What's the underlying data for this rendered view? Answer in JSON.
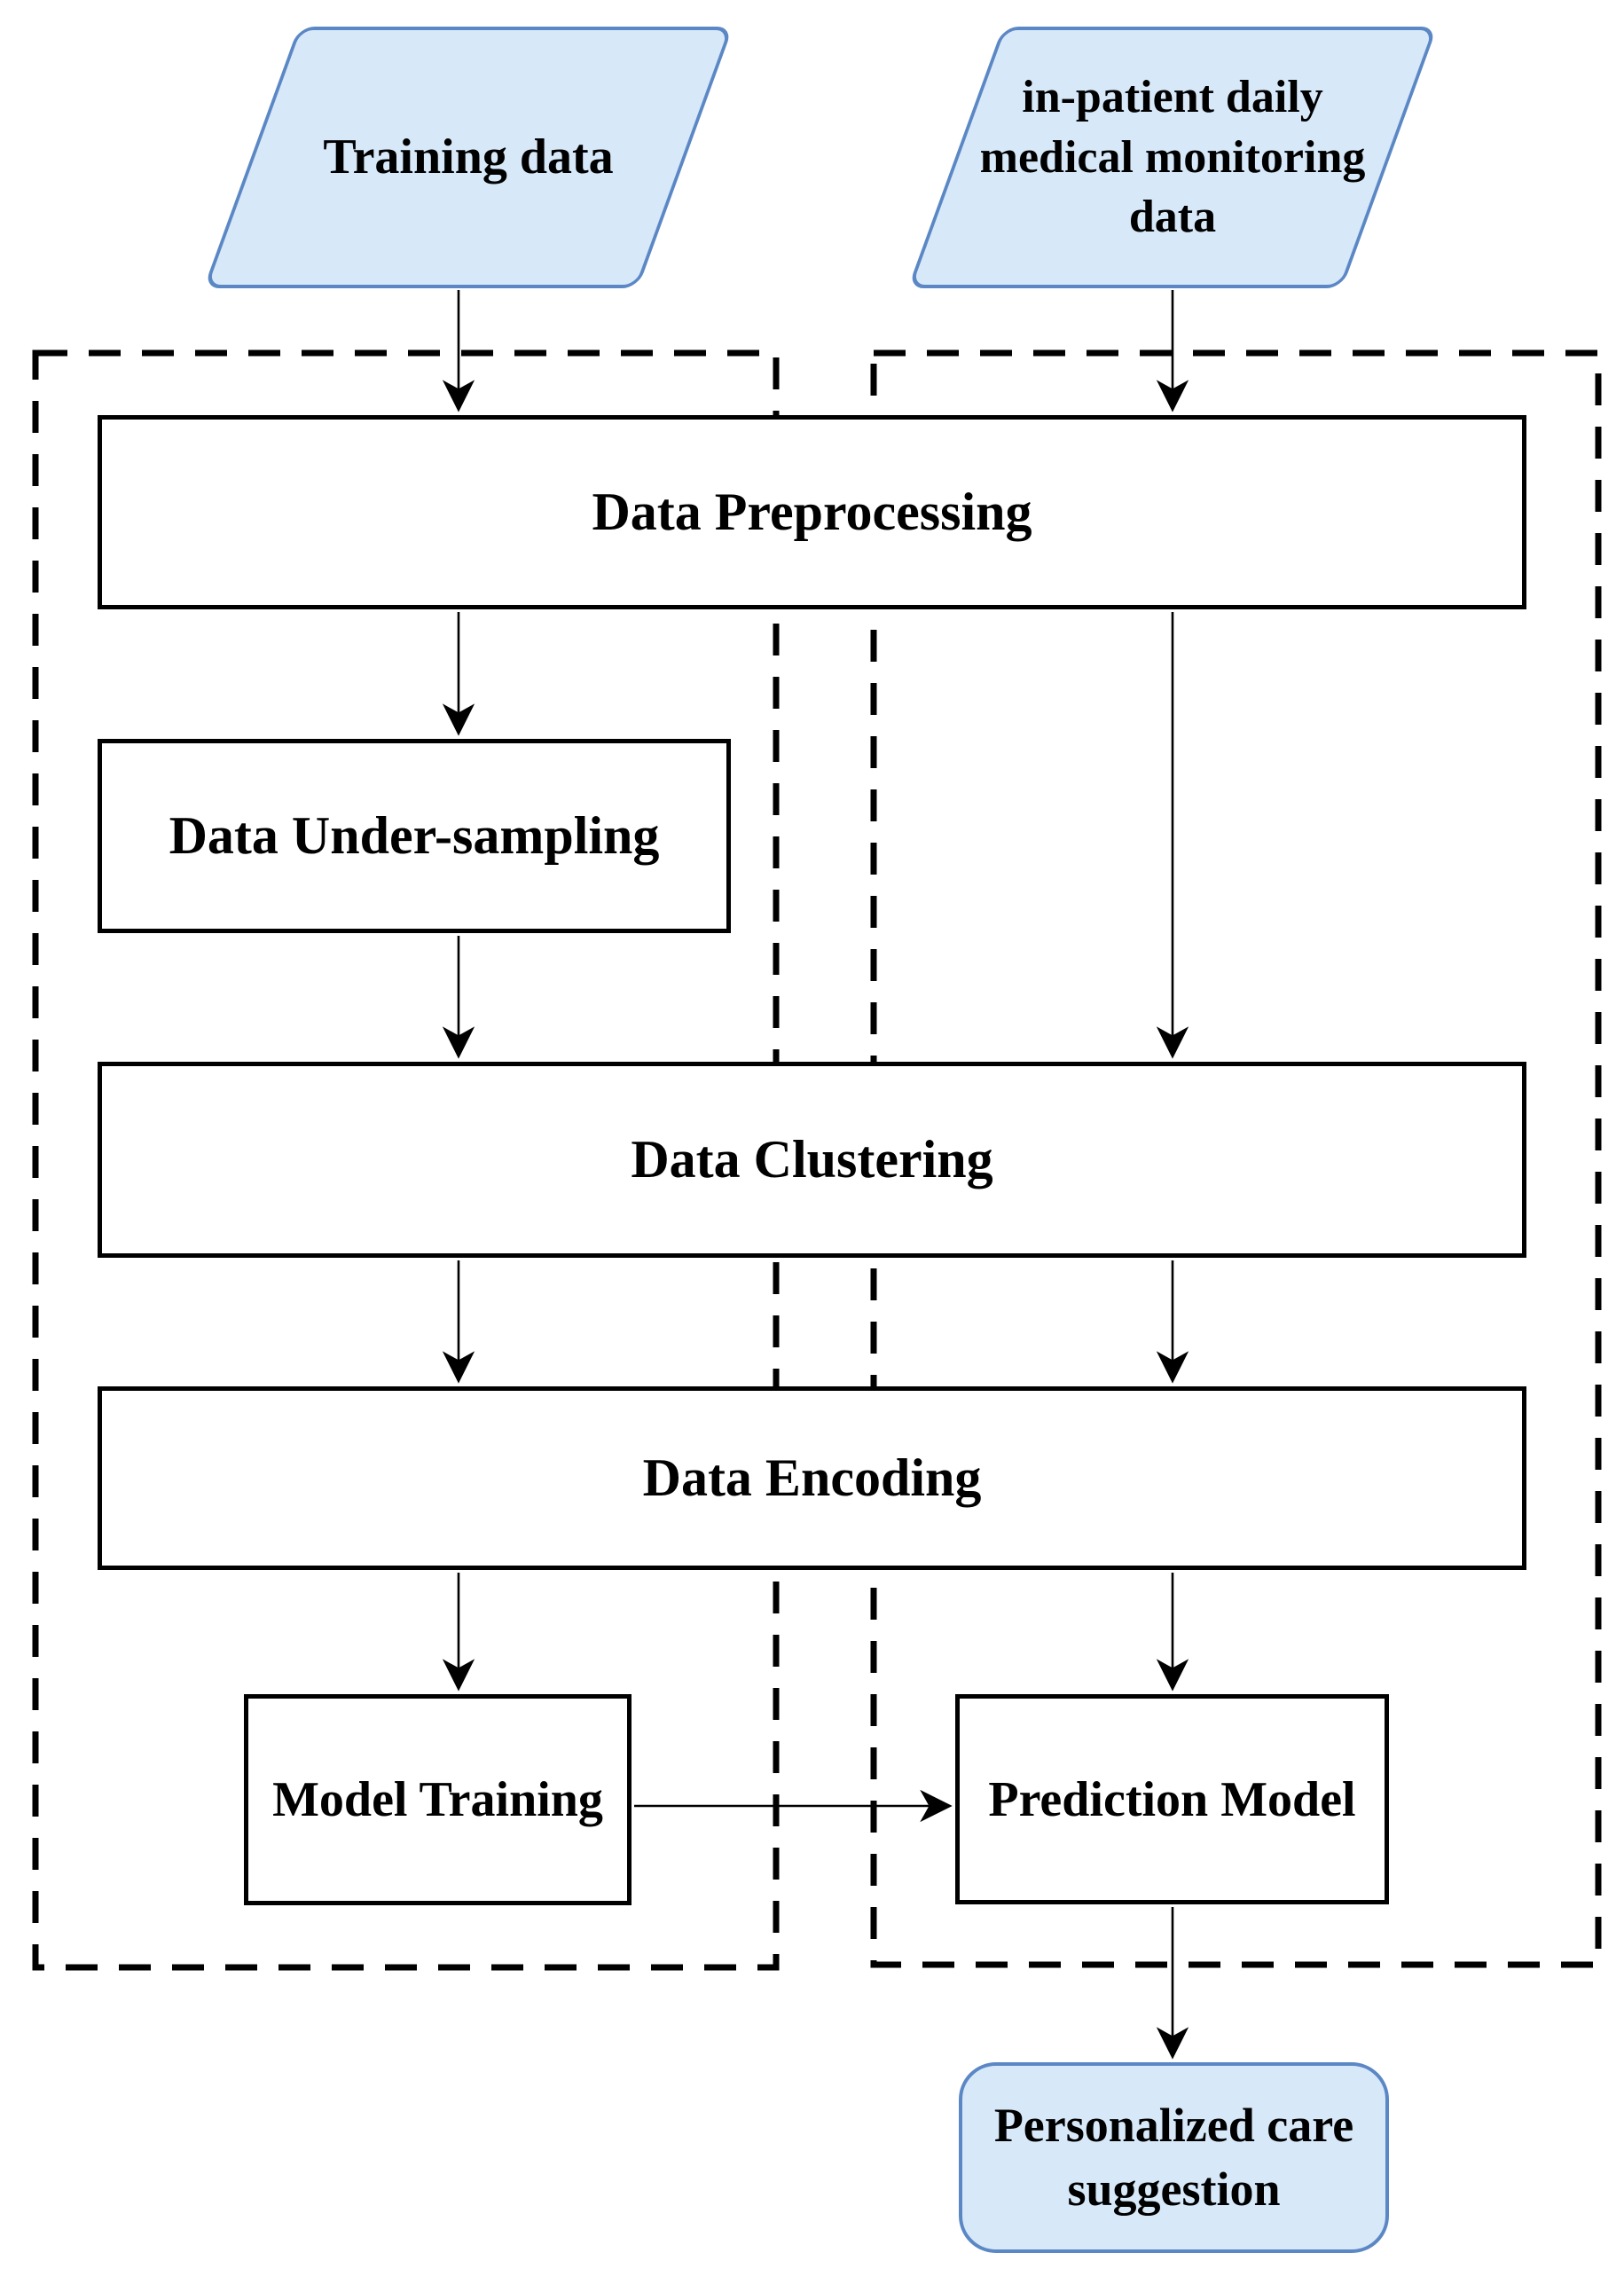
{
  "diagram": {
    "title": "Prediction model training and personalized care suggestion flowchart",
    "colors": {
      "background": "#ffffff",
      "io_node_fill": "#d7e8f9",
      "io_node_border": "#5b88c5",
      "process_box_fill": "#ffffff",
      "process_box_border": "#000000",
      "dashed_group_border": "#000000",
      "arrow": "#000000",
      "text": "#000000"
    },
    "nodes": {
      "training_data": {
        "shape": "parallelogram",
        "label": "Training data"
      },
      "inpatient_data": {
        "shape": "parallelogram",
        "label": "in-patient daily medical monitoring data",
        "lines": [
          "in-patient daily",
          "medical monitoring",
          "data"
        ]
      },
      "data_preprocessing": {
        "shape": "rect",
        "label": "Data Preprocessing"
      },
      "data_under_sampling": {
        "shape": "rect",
        "label": "Data Under-sampling"
      },
      "data_clustering": {
        "shape": "rect",
        "label": "Data Clustering"
      },
      "data_encoding": {
        "shape": "rect",
        "label": "Data Encoding"
      },
      "model_training": {
        "shape": "rect",
        "label": "Model Training"
      },
      "prediction_model": {
        "shape": "rect",
        "label": "Prediction Model"
      },
      "personalized_care": {
        "shape": "rounded-rect",
        "label": "Personalized care suggestion",
        "lines": [
          "Personalized care",
          "suggestion"
        ]
      }
    },
    "groups": {
      "left_dashed_group": {
        "style": "dashed",
        "label": ""
      },
      "right_dashed_group": {
        "style": "dashed",
        "label": ""
      }
    },
    "edges": [
      {
        "from": "training_data",
        "to": "data_preprocessing"
      },
      {
        "from": "inpatient_data",
        "to": "data_preprocessing"
      },
      {
        "from": "data_preprocessing",
        "to": "data_under_sampling"
      },
      {
        "from": "data_preprocessing",
        "to": "data_clustering",
        "branch": "right"
      },
      {
        "from": "data_under_sampling",
        "to": "data_clustering"
      },
      {
        "from": "data_clustering",
        "to": "data_encoding",
        "branch": "left"
      },
      {
        "from": "data_clustering",
        "to": "data_encoding",
        "branch": "right"
      },
      {
        "from": "data_encoding",
        "to": "model_training"
      },
      {
        "from": "data_encoding",
        "to": "prediction_model"
      },
      {
        "from": "model_training",
        "to": "prediction_model"
      },
      {
        "from": "prediction_model",
        "to": "personalized_care"
      }
    ]
  }
}
